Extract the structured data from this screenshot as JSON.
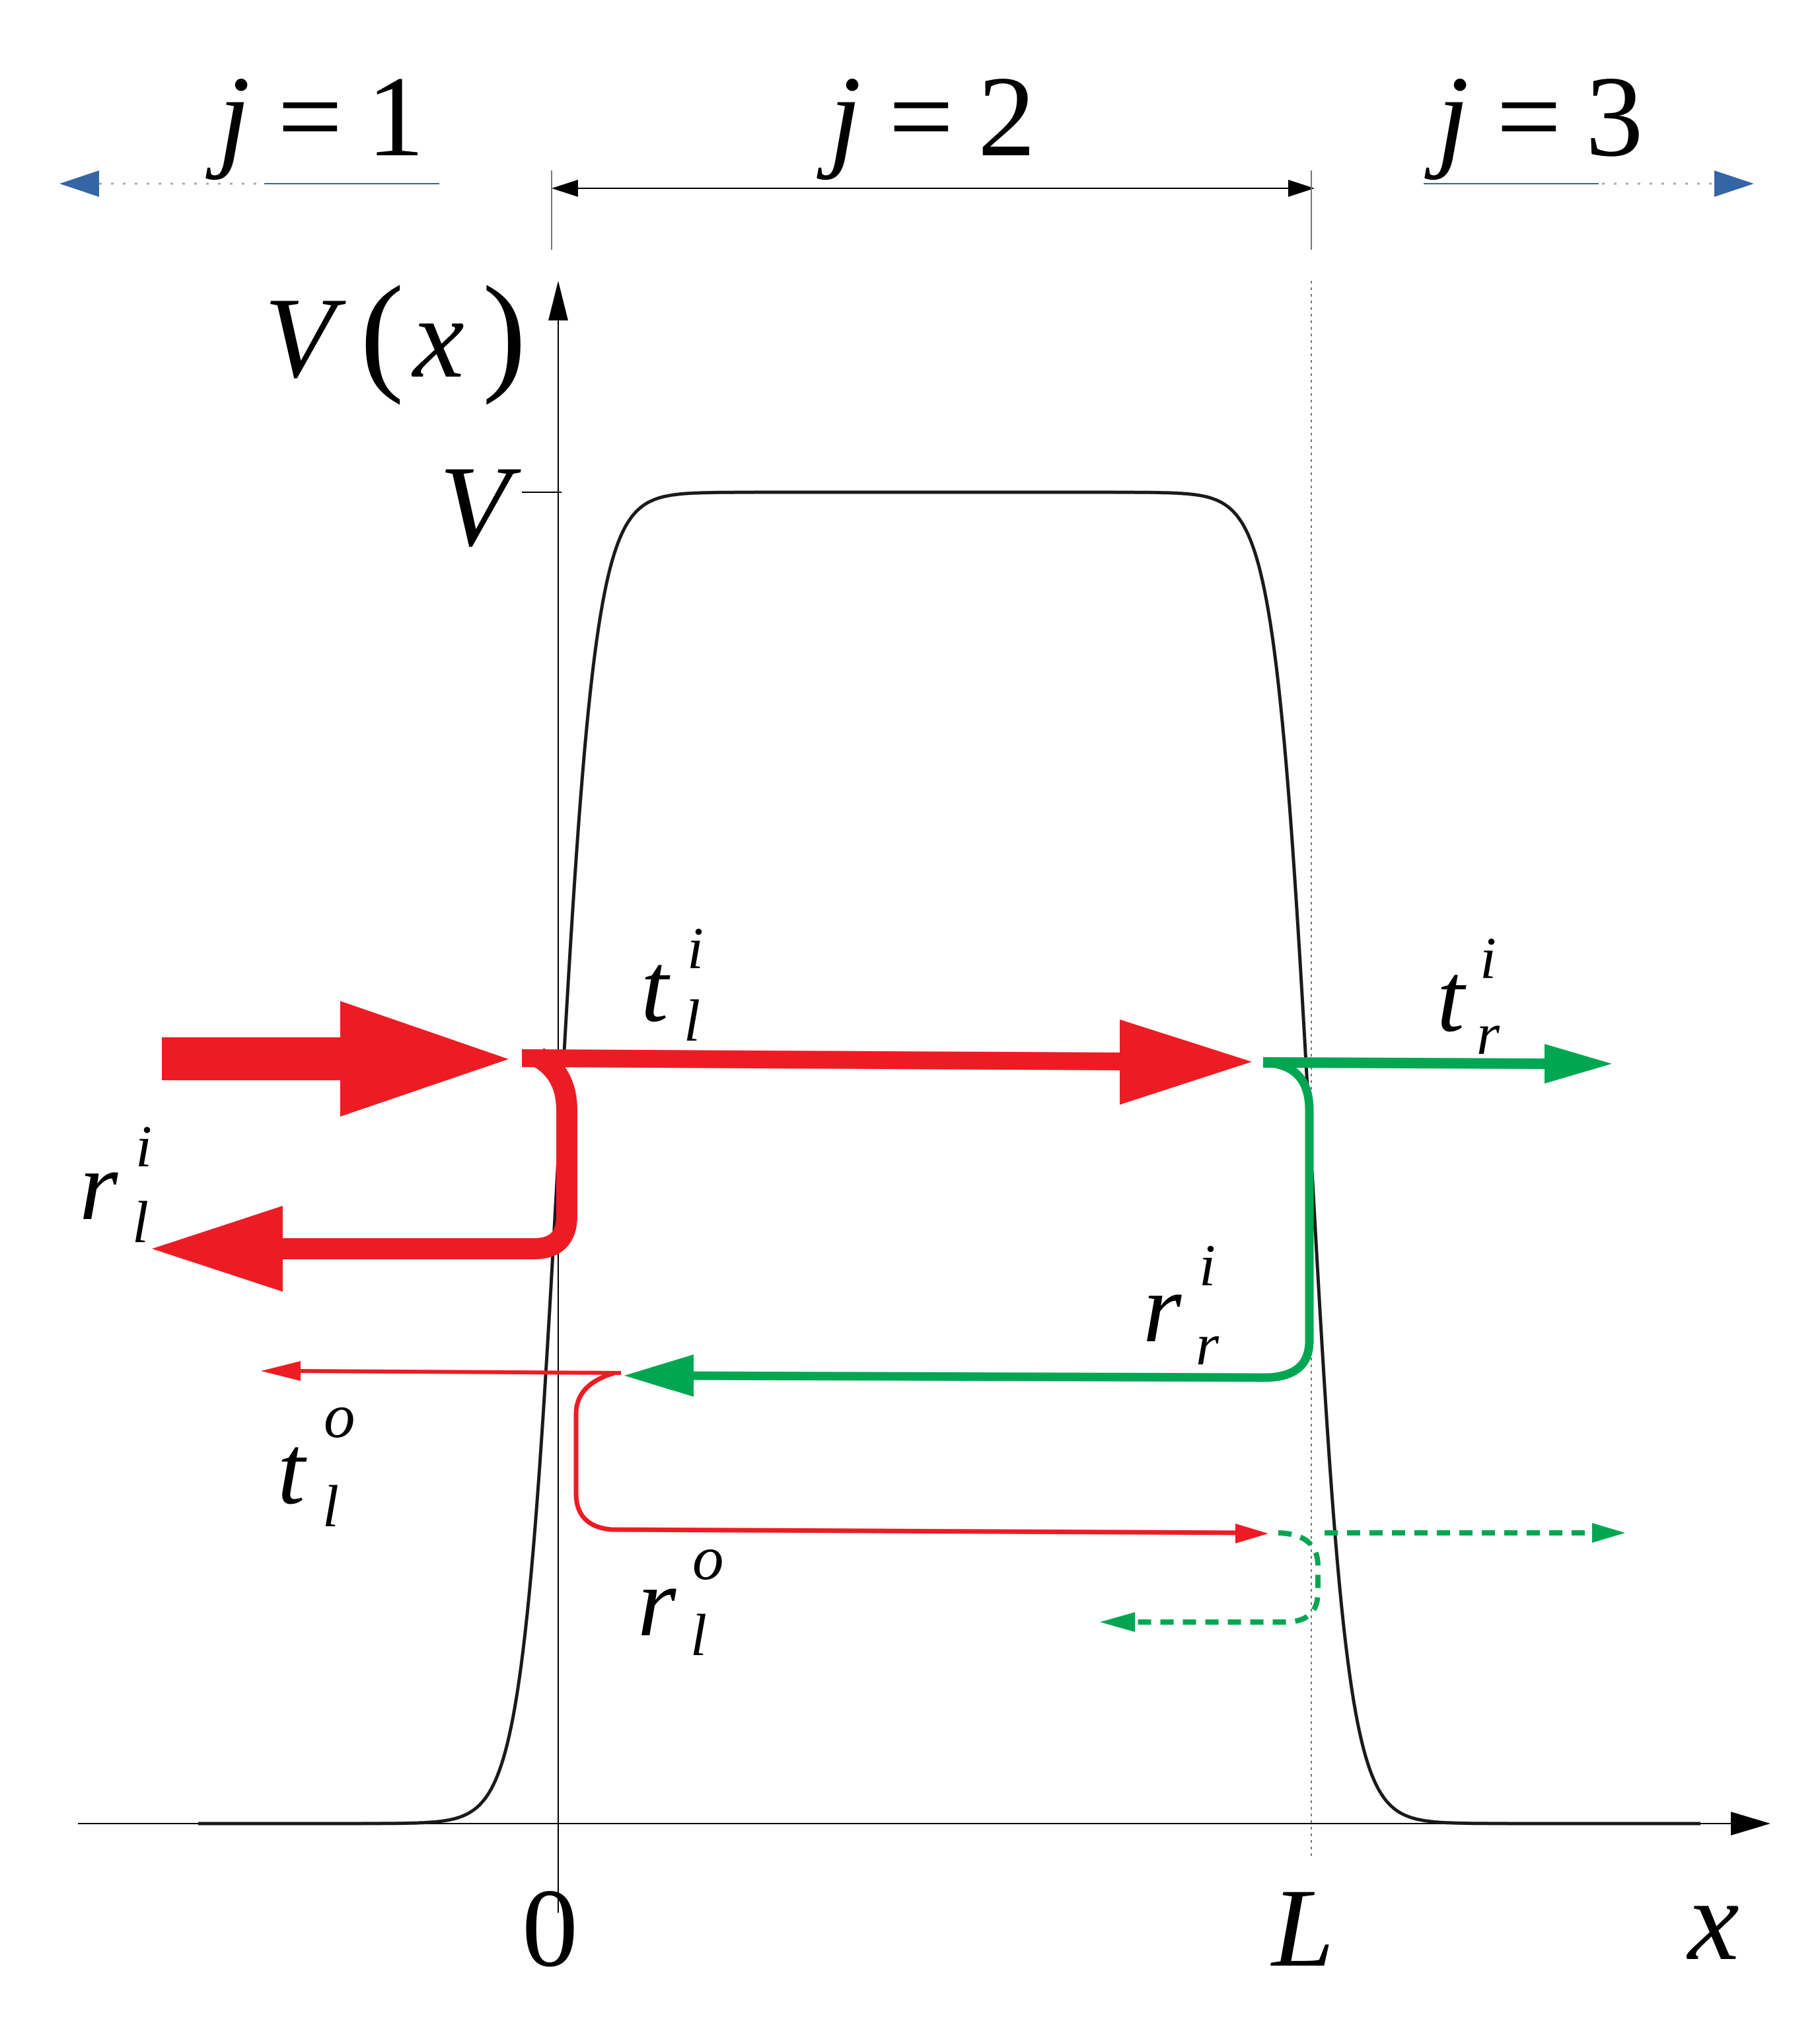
{
  "regions": {
    "left": {
      "j": "j",
      "eq": "=",
      "num": "1"
    },
    "middle": {
      "j": "j",
      "eq": "=",
      "num": "2"
    },
    "right": {
      "j": "j",
      "eq": "=",
      "num": "3"
    }
  },
  "axes": {
    "y_label": {
      "v": "V",
      "open": "(",
      "x": "x",
      "close": ")"
    },
    "y_tick": "V",
    "x_ticks": [
      "0",
      "L"
    ],
    "x_label": "x"
  },
  "amplitudes": {
    "t_l_i": {
      "base": "t",
      "sub": "l",
      "sup": "i"
    },
    "t_r_i": {
      "base": "t",
      "sub": "r",
      "sup": "i"
    },
    "r_l_i": {
      "base": "r",
      "sub": "l",
      "sup": "i"
    },
    "r_r_i": {
      "base": "r",
      "sub": "r",
      "sup": "i"
    },
    "t_l_o": {
      "base": "t",
      "sub": "l",
      "sup": "o"
    },
    "r_l_o": {
      "base": "r",
      "sub": "l",
      "sup": "o"
    }
  },
  "colors": {
    "axis": "#000000",
    "potential": "#1a1a1a",
    "red": "#ed1c24",
    "green": "#00a651",
    "blue": "#3465a4"
  }
}
